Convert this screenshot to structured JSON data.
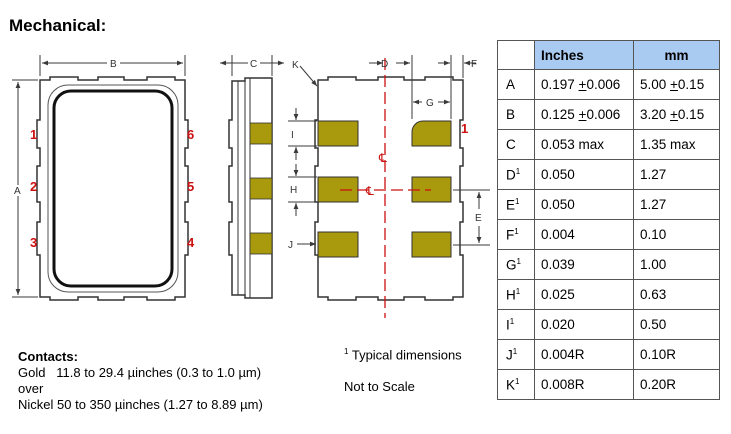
{
  "title": "Mechanical:",
  "diagram": {
    "pin_labels": [
      "1",
      "2",
      "3",
      "4",
      "5",
      "6"
    ],
    "dim_labels": {
      "A": "A",
      "B": "B",
      "C": "C",
      "D": "D",
      "E": "E",
      "F": "F",
      "G": "G",
      "H": "H",
      "I": "I",
      "J": "J",
      "K": "K"
    },
    "centerline_label": "℄",
    "pin1_marker": "1",
    "colors": {
      "outline": "#333333",
      "pad": "#a89a0c",
      "dimension": "#3a3a3a",
      "pin_number": "#cc1111",
      "centerline": "#cc1111",
      "table_header": "#a9cbf2"
    }
  },
  "contacts": {
    "heading": "Contacts:",
    "line1": "Gold   11.8 to 29.4 µinches (0.3 to 1.0 µm)",
    "line2": "over",
    "line3": "Nickel 50 to 350 µinches (1.27 to 8.89 µm)"
  },
  "notes": {
    "typical": "Typical dimensions",
    "typical_mark": "1",
    "scale": "Not to Scale"
  },
  "table": {
    "headers": [
      "",
      "Inches",
      "mm"
    ],
    "rows": [
      {
        "label": "A",
        "sup": "",
        "inches": "0.197 +0.006",
        "mm": "5.00 +0.15"
      },
      {
        "label": "B",
        "sup": "",
        "inches": "0.125 +0.006",
        "mm": "3.20 +0.15"
      },
      {
        "label": "C",
        "sup": "",
        "inches": "0.053 max",
        "mm": "1.35 max"
      },
      {
        "label": "D",
        "sup": "1",
        "inches": "0.050",
        "mm": "1.27"
      },
      {
        "label": "E",
        "sup": "1",
        "inches": "0.050",
        "mm": "1.27"
      },
      {
        "label": "F",
        "sup": "1",
        "inches": "0.004",
        "mm": "0.10"
      },
      {
        "label": "G",
        "sup": "1",
        "inches": "0.039",
        "mm": "1.00"
      },
      {
        "label": "H",
        "sup": "1",
        "inches": "0.025",
        "mm": "0.63"
      },
      {
        "label": "I",
        "sup": "1",
        "inches": "0.020",
        "mm": "0.50"
      },
      {
        "label": "J",
        "sup": "1",
        "inches": "0.004R",
        "mm": "0.10R"
      },
      {
        "label": "K",
        "sup": "1",
        "inches": "0.008R",
        "mm": "0.20R"
      }
    ]
  }
}
